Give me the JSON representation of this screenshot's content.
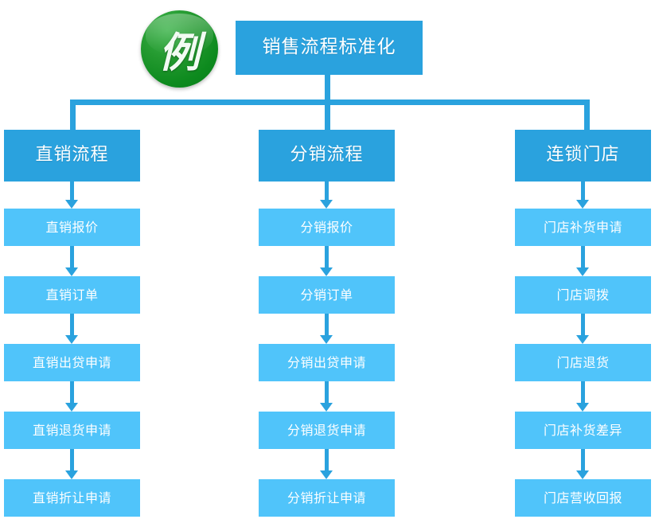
{
  "diagram": {
    "badge": {
      "label": "例",
      "color": "#1a9a2c"
    },
    "title": {
      "label": "销售流程标准化",
      "color": "#2aa2de"
    },
    "colors": {
      "header_blue": "#2aa2de",
      "step_blue": "#50c4fa",
      "connector_blue": "#2aa2de",
      "badge_green": "#1a9a2c",
      "text_white": "#ffffff",
      "background": "#ffffff"
    },
    "columns": [
      {
        "header": "直销流程",
        "steps": [
          "直销报价",
          "直销订单",
          "直销出贷申请",
          "直销退货申请",
          "直销折让申请"
        ]
      },
      {
        "header": "分销流程",
        "steps": [
          "分销报价",
          "分销订单",
          "分销出贷申请",
          "分销退货申请",
          "分销折让申请"
        ]
      },
      {
        "header": "连锁门店",
        "steps": [
          "门店补货申请",
          "门店调拨",
          "门店退货",
          "门店补货差异",
          "门店营收回报"
        ]
      }
    ]
  }
}
